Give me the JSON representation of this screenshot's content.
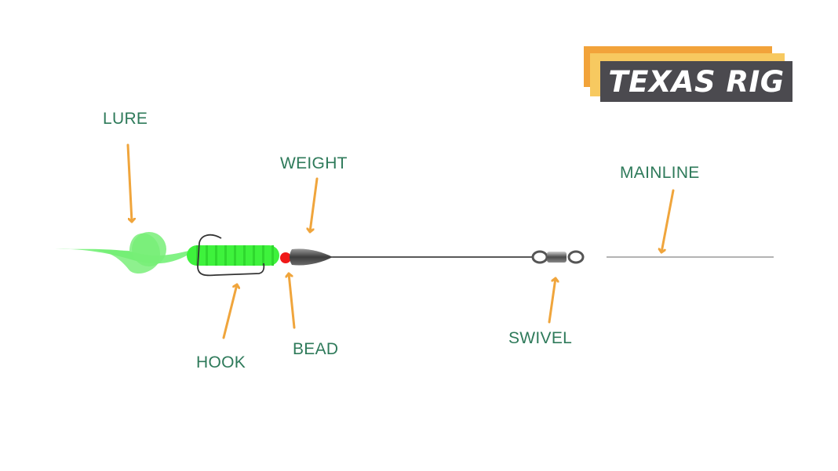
{
  "title": "TEXAS RIG",
  "labels": {
    "lure": "LURE",
    "weight": "WEIGHT",
    "mainline": "MAINLINE",
    "hook": "HOOK",
    "bead": "BEAD",
    "swivel": "SWIVEL"
  },
  "colors": {
    "label_text": "#2e7a5a",
    "arrow": "#f0a53c",
    "lure_green": "#4df04a",
    "bead_red": "#f01818",
    "title_box": "#4b4a4f",
    "title_bar_orange": "#f2a33a",
    "title_bar_yellow": "#f7c960"
  }
}
